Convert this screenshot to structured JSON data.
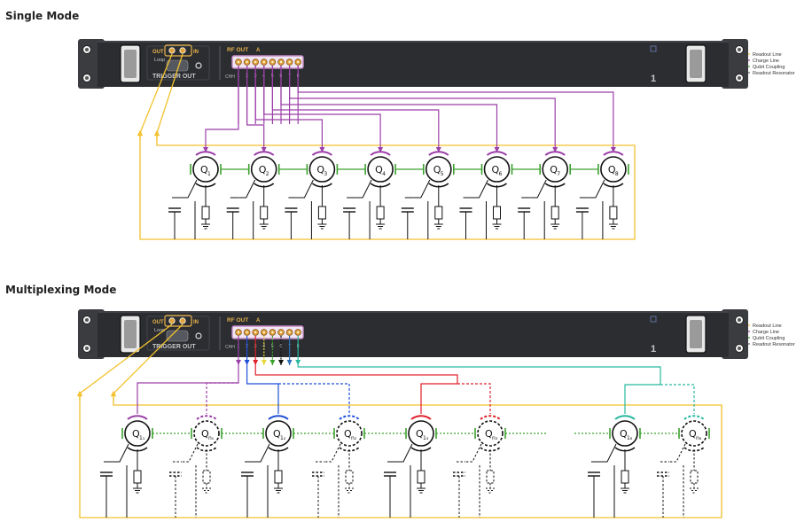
{
  "sections": [
    {
      "id": "single",
      "title": "Single Mode",
      "panel": {
        "out": "OUT",
        "in": "IN",
        "loop": "Loop",
        "trigger": "TRIGGER OUT",
        "rf_out": "RF OUT",
        "ch_tag": "A",
        "ports": [
          "1",
          "2",
          "3",
          "4",
          "5",
          "6",
          "7",
          "8"
        ],
        "ch_label": "CHH",
        "unit": "1"
      },
      "qubits": [
        {
          "name": "Q",
          "sub": "1"
        },
        {
          "name": "Q",
          "sub": "2"
        },
        {
          "name": "Q",
          "sub": "3"
        },
        {
          "name": "Q",
          "sub": "4"
        },
        {
          "name": "Q",
          "sub": "5"
        },
        {
          "name": "Q",
          "sub": "6"
        },
        {
          "name": "Q",
          "sub": "7"
        },
        {
          "name": "Q",
          "sub": "8"
        }
      ]
    },
    {
      "id": "multi",
      "title": "Multiplexing Mode",
      "panel": {
        "out": "OUT",
        "in": "IN",
        "loop": "Loop",
        "trigger": "TRIGGER OUT",
        "rf_out": "RF OUT",
        "ch_tag": "A",
        "ports": [
          "1",
          "2",
          "3",
          "4",
          "5",
          "6",
          "7",
          "8"
        ],
        "ch_label": "CHH",
        "unit": "1"
      },
      "qubits": [
        {
          "name": "Q",
          "sub": "1₁",
          "style": "solid",
          "color": "#9b3fa8"
        },
        {
          "name": "Q",
          "sub": "n₁",
          "style": "dashed",
          "color": "#9b3fa8"
        },
        {
          "name": "Q",
          "sub": "1₂",
          "style": "solid",
          "color": "#1f4fd6"
        },
        {
          "name": "Q",
          "sub": "n₂",
          "style": "dashed",
          "color": "#1f4fd6"
        },
        {
          "name": "Q",
          "sub": "1₃",
          "style": "solid",
          "color": "#e0202a"
        },
        {
          "name": "Q",
          "sub": "n₃",
          "style": "dashed",
          "color": "#e0202a"
        },
        {
          "name": "Q",
          "sub": "1₈",
          "style": "solid",
          "color": "#29b9a0"
        },
        {
          "name": "Q",
          "sub": "n₈",
          "style": "dashed",
          "color": "#29b9a0"
        }
      ]
    }
  ],
  "legend": [
    {
      "label": "Readout Line",
      "color": "#f2c12e",
      "kind": "line"
    },
    {
      "label": "Charge Line",
      "color": "#9b3fa8",
      "kind": "line"
    },
    {
      "label": "Qubit Coupling",
      "color": "#3aa12c",
      "kind": "line"
    },
    {
      "label": "Readout Resonator",
      "color": "#222222",
      "kind": "resonator"
    }
  ],
  "colors": {
    "readout": "#f2c12e",
    "charge": "#9b3fa8",
    "coupling": "#3aa12c",
    "panel": "#2b2d31",
    "port_frame": "#c48ac6",
    "port": "#e0a23a",
    "mux_ports": [
      "#9b3fa8",
      "#1f4fd6",
      "#e0202a",
      "#e6d83a",
      "#3aa12c",
      "#111111",
      "#2b6fb5",
      "#29b9a0"
    ]
  }
}
